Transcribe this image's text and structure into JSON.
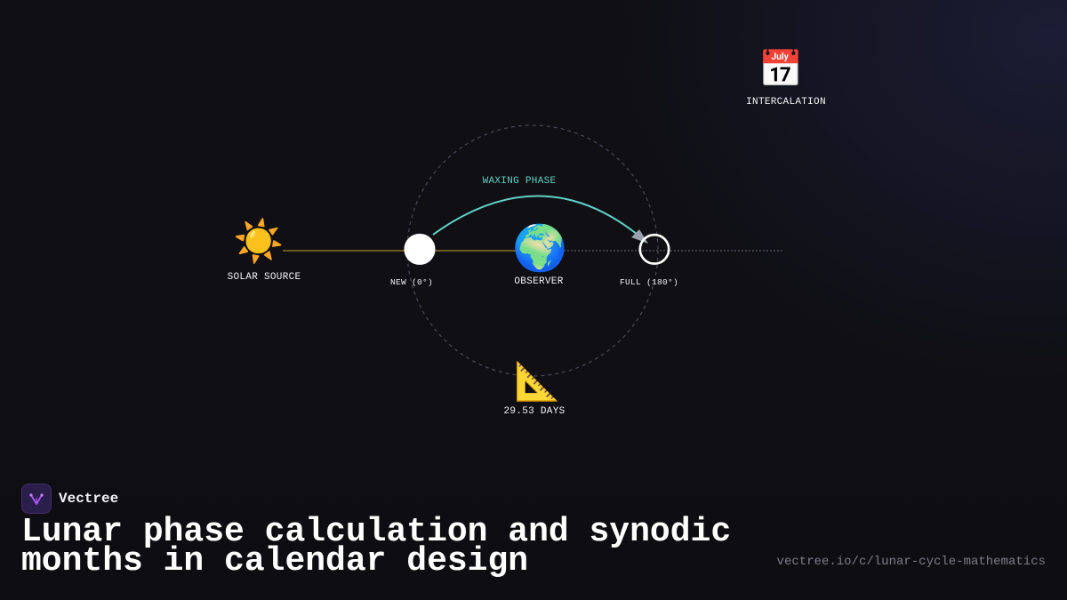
{
  "diagram": {
    "solar_source": {
      "icon": "sun-icon",
      "glyph": "☀️",
      "label": "SOLAR SOURCE"
    },
    "new_moon": {
      "icon": "new-moon-icon",
      "glyph": "🌑",
      "label": "NEW (0°)"
    },
    "observer": {
      "icon": "earth-icon",
      "glyph": "🌍",
      "label": "OBSERVER"
    },
    "full_moon": {
      "icon": "full-moon-icon",
      "glyph": "🌕",
      "label": "FULL (180°)"
    },
    "waxing_phase": {
      "label": "WAXING PHASE",
      "color": "#5fd3c4"
    },
    "period": {
      "icon": "triangular-ruler-icon",
      "glyph": "📐",
      "label": "29.53 DAYS"
    },
    "intercalation": {
      "icon": "calendar-icon",
      "glyph": "📅",
      "label": "INTERCALATION"
    },
    "sunlight_line_color": "#6b5a1e"
  },
  "brand": {
    "name": "Vectree",
    "logo_icon": "vectree-logo-icon",
    "accent": "#a855f7"
  },
  "headline": "Lunar phase calculation and synodic months in calendar design",
  "url": "vectree.io/c/lunar-cycle-mathematics"
}
